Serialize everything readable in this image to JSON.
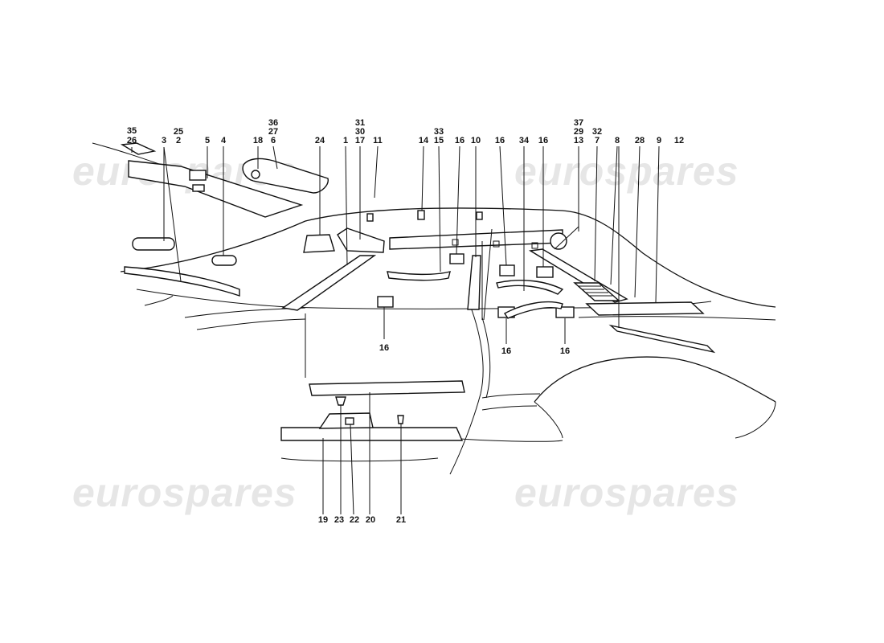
{
  "watermark": {
    "text": "eurospares"
  },
  "labels": {
    "l35": "35",
    "l26": "26",
    "l25": "25",
    "l2": "2",
    "l3": "3",
    "l5": "5",
    "l4": "4",
    "l36": "36",
    "l27": "27",
    "l6": "6",
    "l18": "18",
    "l24": "24",
    "l1": "1",
    "l31": "31",
    "l30": "30",
    "l17": "17",
    "l11": "11",
    "l14": "14",
    "l33": "33",
    "l15": "15",
    "l16a": "16",
    "l10": "10",
    "l16b": "16",
    "l34": "34",
    "l16c": "16",
    "l37": "37",
    "l29": "29",
    "l13": "13",
    "l32": "32",
    "l7": "7",
    "l8": "8",
    "l28": "28",
    "l9": "9",
    "l12": "12",
    "l16d": "16",
    "l16e": "16",
    "l16f": "16",
    "l19": "19",
    "l23": "23",
    "l22": "22",
    "l20": "20",
    "l21": "21"
  }
}
